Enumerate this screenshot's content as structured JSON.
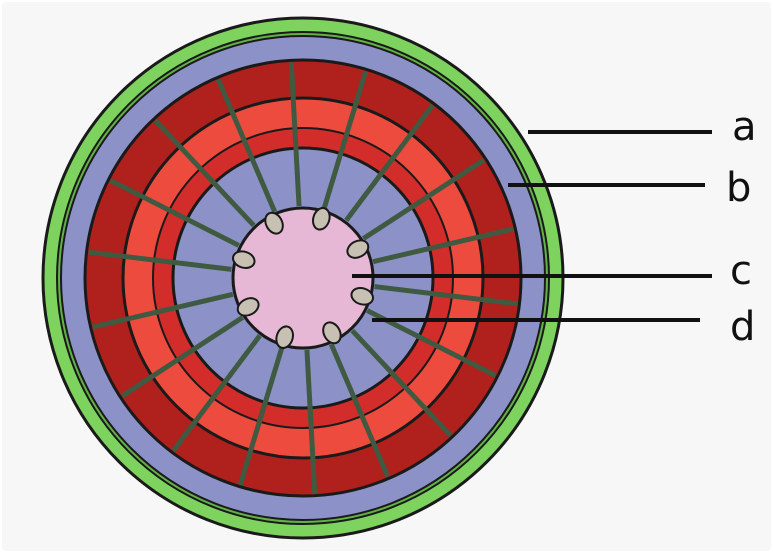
{
  "diagram": {
    "labels": [
      {
        "key": "bark",
        "text": "a"
      },
      {
        "key": "cambium",
        "text": "b"
      },
      {
        "key": "pith",
        "text": "c"
      },
      {
        "key": "inner_ring",
        "text": "d"
      }
    ],
    "colors": {
      "background": "#f7f7f7",
      "outline": "#1a1a1a",
      "outer_green": "#7ed35f",
      "outer_green_shadow": "#5aa840",
      "blue_ring": "#8c92c8",
      "red_dark": "#b0201c",
      "red_mid": "#d22d2a",
      "red_light": "#ee4b3f",
      "ray": "#3f5a40",
      "pith": "#e7b8d6",
      "bundle": "#c9c0b4"
    }
  }
}
